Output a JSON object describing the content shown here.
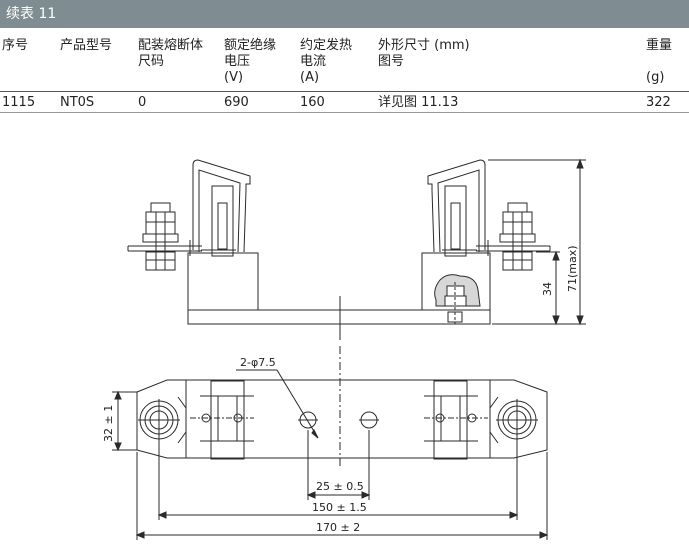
{
  "banner": {
    "title": "续表 11"
  },
  "table": {
    "headers": [
      {
        "line1": "序号",
        "line2": "",
        "line3": ""
      },
      {
        "line1": "产品型号",
        "line2": "",
        "line3": ""
      },
      {
        "line1": "配装熔断体",
        "line2": "尺码",
        "line3": ""
      },
      {
        "line1": "额定绝缘",
        "line2": "电压",
        "line3": "(V)"
      },
      {
        "line1": "约定发热",
        "line2": "电流",
        "line3": "(A)"
      },
      {
        "line1": "外形尺寸 (mm)",
        "line2": "图号",
        "line3": ""
      },
      {
        "line1": "重量",
        "line2": "",
        "line3": "(g)"
      }
    ],
    "rows": [
      [
        "1115",
        "NT0S",
        "0",
        "690",
        "160",
        "详见图 11.13",
        "322"
      ]
    ]
  },
  "drawing": {
    "dim_height_max": "71(max)",
    "dim_height": "34",
    "dim_hole": "2-φ7.5",
    "dim_width_32": "32 ± 1",
    "dim_25": "25 ± 0.5",
    "dim_150": "150 ± 1.5",
    "dim_170": "170 ± 2"
  }
}
